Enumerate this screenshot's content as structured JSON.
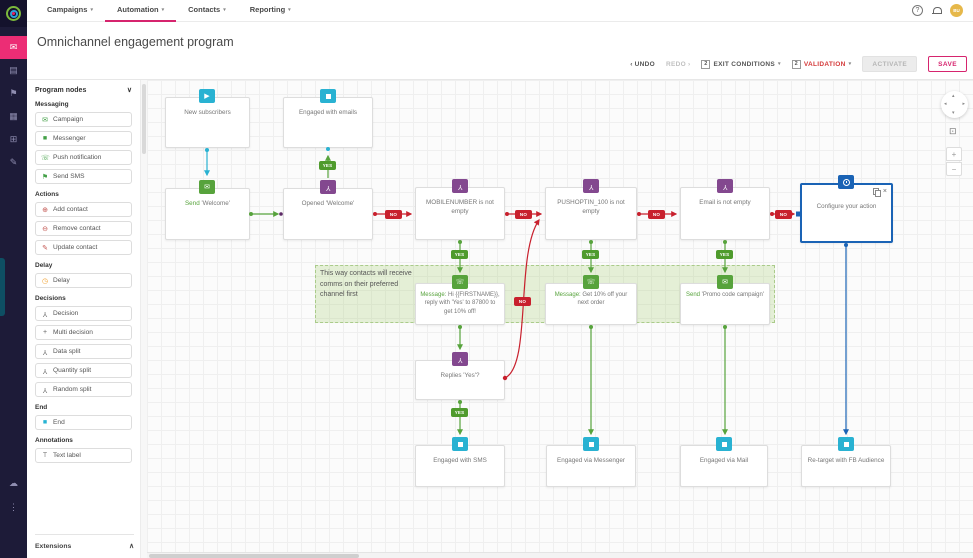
{
  "colors": {
    "accent_pink": "#d6246e",
    "rail_bg": "#1d1b38",
    "teal": "#29b2d2",
    "green": "#57a33c",
    "purple": "#83488f",
    "red": "#c8202d",
    "blue_selected": "#1a63b5",
    "yes_badge": "#4f9b2d",
    "band_green": "#dcedc8",
    "avatar_gold": "#e6b84a"
  },
  "icons": {
    "caret": "▾",
    "chev_left": "‹",
    "chev_right": "›",
    "collapse_down": "∨",
    "collapse_up": "∧",
    "help": "?",
    "play": "▶",
    "rail": [
      "✉",
      "▤",
      "⚑",
      "▦",
      "⊞",
      "✎"
    ],
    "rail_cloud": "☁",
    "rail_kebab": "⋮",
    "pan_up": "▴",
    "pan_down": "▾",
    "pan_left": "◂",
    "pan_right": "▸",
    "fit": "⊡",
    "zoom_in": "+",
    "zoom_out": "−"
  },
  "topnav": {
    "items": [
      {
        "label": "Campaigns"
      },
      {
        "label": "Automation"
      },
      {
        "label": "Contacts"
      },
      {
        "label": "Reporting"
      }
    ],
    "avatar_initials": "BU"
  },
  "header": {
    "title": "Omnichannel engagement program"
  },
  "toolbar": {
    "undo": "UNDO",
    "redo": "REDO",
    "exit_conditions": {
      "count": "2",
      "label": "EXIT CONDITIONS"
    },
    "validation": {
      "count": "2",
      "label": "VALIDATION"
    },
    "activate": "ACTIVATE",
    "save": "SAVE"
  },
  "panel": {
    "title": "Program nodes",
    "sections": [
      {
        "heading": "Messaging",
        "items": [
          {
            "label": "Campaign",
            "icon": "✉"
          },
          {
            "label": "Messenger",
            "icon": "■"
          },
          {
            "label": "Push notification",
            "icon": "☏"
          },
          {
            "label": "Send SMS",
            "icon": "⚑"
          }
        ]
      },
      {
        "heading": "Actions",
        "items": [
          {
            "label": "Add contact",
            "icon": "⊕"
          },
          {
            "label": "Remove contact",
            "icon": "⊖"
          },
          {
            "label": "Update contact",
            "icon": "✎"
          }
        ]
      },
      {
        "heading": "Delay",
        "items": [
          {
            "label": "Delay",
            "icon": "◷"
          }
        ]
      },
      {
        "heading": "Decisions",
        "items": [
          {
            "label": "Decision",
            "icon": "Y"
          },
          {
            "label": "Multi decision",
            "icon": "+"
          },
          {
            "label": "Data split",
            "icon": "Y"
          },
          {
            "label": "Quantity split",
            "icon": "Y"
          },
          {
            "label": "Random split",
            "icon": "Y"
          }
        ]
      },
      {
        "heading": "End",
        "items": [
          {
            "label": "End",
            "icon": "■"
          }
        ]
      },
      {
        "heading": "Annotations",
        "items": [
          {
            "label": "Text label",
            "icon": "T"
          }
        ]
      }
    ],
    "footer": "Extensions"
  },
  "canvas": {
    "badges": {
      "yes": "YES",
      "no": "NO"
    },
    "annotation": "This way contacts will receive comms on their preferred channel first",
    "nodes": {
      "new_subscribers": {
        "text": "New subscribers"
      },
      "engaged_emails": {
        "text": "Engaged with emails"
      },
      "send_welcome": {
        "prefix": "Send",
        "text": " 'Welcome'"
      },
      "opened_welcome": {
        "text": "Opened 'Welcome'"
      },
      "mobilenumber": {
        "text": "MOBILENUMBER is not empty"
      },
      "pushoptin": {
        "text": "PUSHOPTIN_100 is not empty"
      },
      "email_not_empty": {
        "text": "Email is not empty"
      },
      "configure_action": {
        "text": "Configure your action"
      },
      "msg_sms": {
        "prefix": "Message:",
        "text": " Hi {{FIRSTNAME}}, reply with 'Yes' to 87800 to get 10% off!"
      },
      "msg_push": {
        "prefix": "Message:",
        "text": " Get 10% off your next order"
      },
      "send_promo": {
        "prefix": "Send",
        "text": " 'Promo code campaign'"
      },
      "replies_yes": {
        "text": "Replies 'Yes'?"
      },
      "engaged_sms": {
        "text": "Engaged with SMS"
      },
      "engaged_messenger": {
        "text": "Engaged via Messenger"
      },
      "engaged_mail": {
        "text": "Engaged via Mail"
      },
      "retarget_fb": {
        "text": "Re-target with FB Audience"
      }
    }
  }
}
